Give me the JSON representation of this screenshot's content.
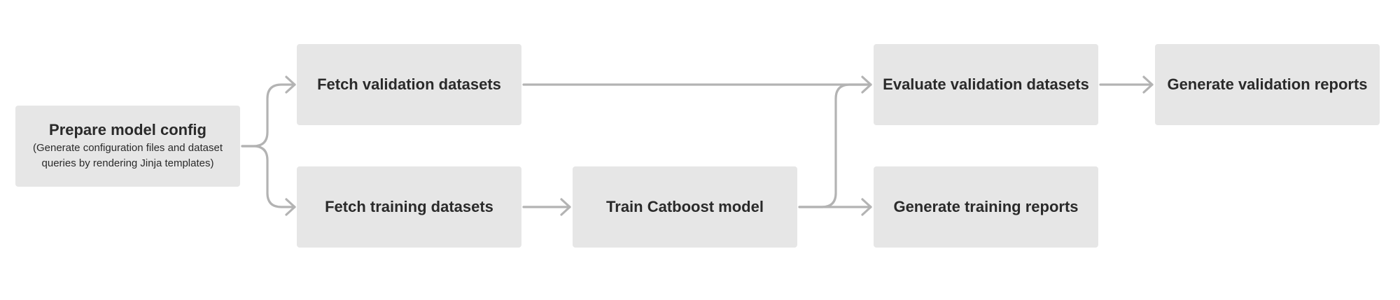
{
  "diagram": {
    "nodes": {
      "prepare_model_config": {
        "title": "Prepare model config",
        "subtitle": "(Generate configuration files and dataset queries by rendering Jinja templates)"
      },
      "fetch_validation_datasets": {
        "title": "Fetch validation datasets"
      },
      "fetch_training_datasets": {
        "title": "Fetch training datasets"
      },
      "train_catboost_model": {
        "title": "Train Catboost model"
      },
      "evaluate_validation_datasets": {
        "title": "Evaluate validation datasets"
      },
      "generate_training_reports": {
        "title": "Generate training reports"
      },
      "generate_validation_reports": {
        "title": "Generate validation reports"
      }
    },
    "edges": [
      {
        "from": "prepare_model_config",
        "to": "fetch_validation_datasets"
      },
      {
        "from": "prepare_model_config",
        "to": "fetch_training_datasets"
      },
      {
        "from": "fetch_validation_datasets",
        "to": "evaluate_validation_datasets"
      },
      {
        "from": "fetch_training_datasets",
        "to": "train_catboost_model"
      },
      {
        "from": "train_catboost_model",
        "to": "evaluate_validation_datasets"
      },
      {
        "from": "train_catboost_model",
        "to": "generate_training_reports"
      },
      {
        "from": "evaluate_validation_datasets",
        "to": "generate_validation_reports"
      }
    ],
    "colors": {
      "node_fill": "#e6e6e6",
      "node_text": "#2a2a2a",
      "edge_stroke": "#b3b3b3",
      "background": "#ffffff"
    }
  }
}
